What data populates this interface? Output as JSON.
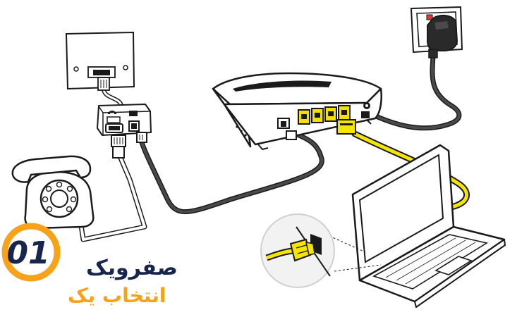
{
  "brand": {
    "logo_text": "01",
    "line1": "صفرویک",
    "line2": "انتخاب یک"
  },
  "colors": {
    "outline": "#1a1a1a",
    "cable_gray": "#4a4a4a",
    "cable_yellow": "#f5e500",
    "port_yellow": "#f2e000",
    "logo_orange": "#f7a21b",
    "logo_blue": "#17254f",
    "brand_text": "#f7a21b",
    "socket_red": "#e03a2f",
    "detail_circle": "#f2f2f2"
  },
  "icons": [
    "wall-phone-socket-icon",
    "adsl-splitter-icon",
    "rotary-telephone-icon",
    "adsl-modem-router-icon",
    "power-outlet-icon",
    "power-adapter-icon",
    "laptop-icon",
    "ethernet-plug-detail-icon"
  ]
}
